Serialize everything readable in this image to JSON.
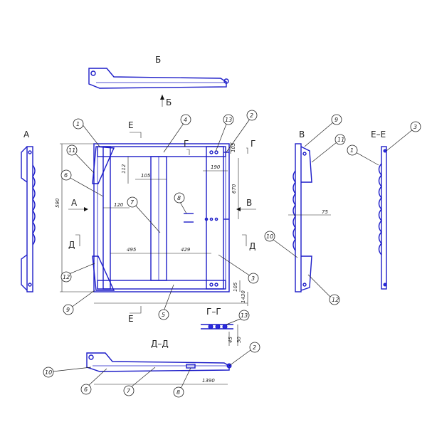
{
  "views": {
    "top": "Б",
    "arrow_b": "Б",
    "left": "А",
    "arrow_a": "А",
    "right": "В",
    "arrow_v": "В",
    "side_e": "Е–Е",
    "cut_e_top": "Е",
    "cut_e_bottom": "Е",
    "cut_g_left": "Г",
    "cut_g_right": "Г",
    "detail_g": "Г–Г",
    "cut_d_left": "Д",
    "cut_d_right": "Д",
    "bottom_d": "Д–Д"
  },
  "dimensions": {
    "height_590": "590",
    "depth_112": "112",
    "w105_top": "105",
    "w190": "190",
    "h670": "670",
    "w120": "120",
    "w495": "495",
    "w429": "429",
    "h105_bottom": "105",
    "w1430": "1430",
    "w75": "75",
    "h105_right": "105",
    "d45": "45",
    "d50": "50",
    "w1390": "1390"
  },
  "part_numbers": {
    "p1": "1",
    "p2": "2",
    "p3": "3",
    "p4": "4",
    "p5": "5",
    "p6": "6",
    "p7": "7",
    "p8": "8",
    "p9": "9",
    "p10": "10",
    "p11": "11",
    "p12": "12",
    "p13": "13",
    "v_p9": "9",
    "v_p11": "11",
    "v_p10": "10",
    "v_p12": "12",
    "e_p1": "1",
    "e_p3": "3",
    "g_p13": "13",
    "d_p2": "2",
    "d_p10": "10",
    "d_p6": "6",
    "d_p7": "7",
    "d_p8": "8"
  },
  "colors": {
    "part": "#1c1cc8",
    "fill": "#2a2ae0",
    "dim": "#222222"
  }
}
